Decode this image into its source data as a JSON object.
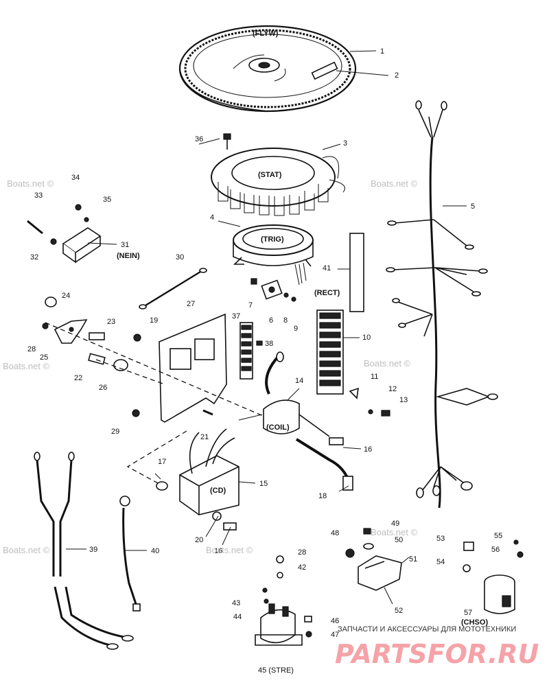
{
  "diagram": {
    "callouts": [
      "1",
      "2",
      "3",
      "4",
      "5",
      "6",
      "7",
      "8",
      "9",
      "10",
      "11",
      "12",
      "13",
      "14",
      "15",
      "16",
      "16",
      "17",
      "18",
      "19",
      "20",
      "21",
      "22",
      "23",
      "24",
      "25",
      "26",
      "27",
      "28",
      "28",
      "29",
      "30",
      "31",
      "32",
      "33",
      "34",
      "35",
      "36",
      "37",
      "38",
      "39",
      "40",
      "41",
      "42",
      "43",
      "44",
      "45 (STRE)",
      "46",
      "47",
      "48",
      "49",
      "50",
      "51",
      "52",
      "53",
      "54",
      "55",
      "56",
      "57"
    ],
    "tags": {
      "flywheel": "(FLYW)",
      "stator": "(STAT)",
      "trigger": "(TRIG)",
      "rectifier": "(RECT)",
      "coil": "(COIL)",
      "cd_module": "(CD)",
      "nein": "(NEIN)",
      "choke": "(CHSO)"
    }
  },
  "watermarks": {
    "site": "Boats.net ©",
    "shop_caption": "ЗАПЧАСТИ И АКСЕССУАРЫ ДЛЯ МОТОТЕХНИКИ",
    "shop_logo": "PARTSFOR.RU"
  }
}
